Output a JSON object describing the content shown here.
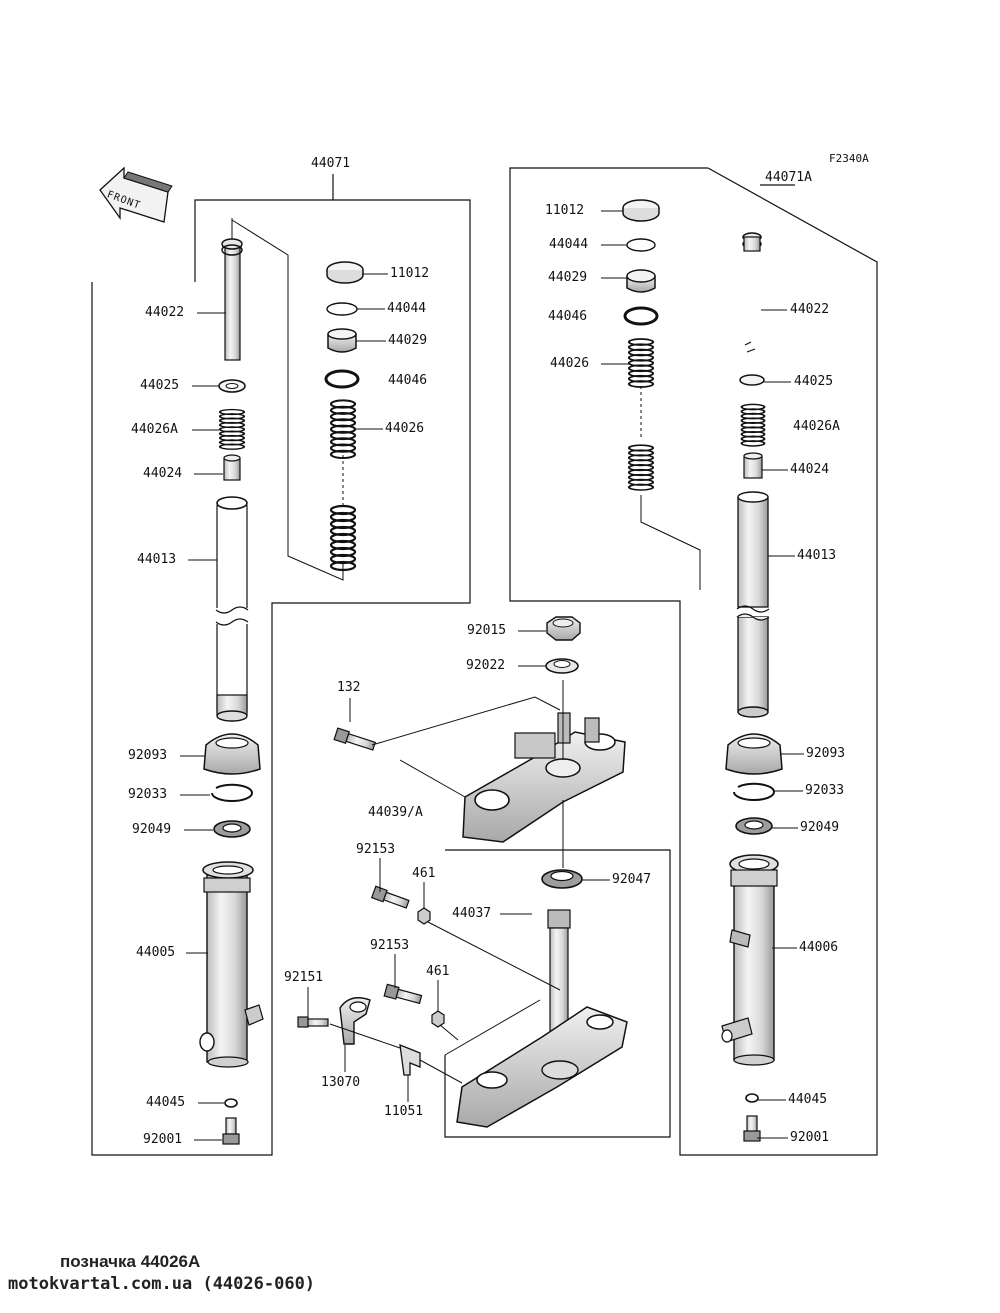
{
  "figure_code": "F2340A",
  "front_label": "FRONT",
  "groups": [
    {
      "name": "left-fork-assembly",
      "label": "44071"
    },
    {
      "name": "right-fork-assembly",
      "label": "44071A"
    }
  ],
  "parts": [
    {
      "id": "l-11012",
      "label": "11012"
    },
    {
      "id": "l-44044",
      "label": "44044"
    },
    {
      "id": "l-44029",
      "label": "44029"
    },
    {
      "id": "l-44046",
      "label": "44046"
    },
    {
      "id": "l-44026",
      "label": "44026"
    },
    {
      "id": "l-44022",
      "label": "44022"
    },
    {
      "id": "l-44025",
      "label": "44025"
    },
    {
      "id": "l-44026a",
      "label": "44026A"
    },
    {
      "id": "l-44024",
      "label": "44024"
    },
    {
      "id": "l-44013",
      "label": "44013"
    },
    {
      "id": "l-92093",
      "label": "92093"
    },
    {
      "id": "l-92033",
      "label": "92033"
    },
    {
      "id": "l-92049",
      "label": "92049"
    },
    {
      "id": "l-44005",
      "label": "44005"
    },
    {
      "id": "l-44045",
      "label": "44045"
    },
    {
      "id": "l-92001",
      "label": "92001"
    },
    {
      "id": "r-11012",
      "label": "11012"
    },
    {
      "id": "r-44044",
      "label": "44044"
    },
    {
      "id": "r-44029",
      "label": "44029"
    },
    {
      "id": "r-44046",
      "label": "44046"
    },
    {
      "id": "r-44026",
      "label": "44026"
    },
    {
      "id": "r-44022",
      "label": "44022"
    },
    {
      "id": "r-44025",
      "label": "44025"
    },
    {
      "id": "r-44026a",
      "label": "44026A"
    },
    {
      "id": "r-44024",
      "label": "44024"
    },
    {
      "id": "r-44013",
      "label": "44013"
    },
    {
      "id": "r-92093",
      "label": "92093"
    },
    {
      "id": "r-92033",
      "label": "92033"
    },
    {
      "id": "r-92049",
      "label": "92049"
    },
    {
      "id": "r-44006",
      "label": "44006"
    },
    {
      "id": "r-44045",
      "label": "44045"
    },
    {
      "id": "r-92001",
      "label": "92001"
    },
    {
      "id": "c-92015",
      "label": "92015"
    },
    {
      "id": "c-92022",
      "label": "92022"
    },
    {
      "id": "c-132",
      "label": "132"
    },
    {
      "id": "c-44039a",
      "label": "44039/A"
    },
    {
      "id": "c-92047",
      "label": "92047"
    },
    {
      "id": "c-92153a",
      "label": "92153"
    },
    {
      "id": "c-461a",
      "label": "461"
    },
    {
      "id": "c-44037",
      "label": "44037"
    },
    {
      "id": "c-92153b",
      "label": "92153"
    },
    {
      "id": "c-461b",
      "label": "461"
    },
    {
      "id": "c-92151",
      "label": "92151"
    },
    {
      "id": "c-13070",
      "label": "13070"
    },
    {
      "id": "c-11051",
      "label": "11051"
    }
  ],
  "caption": {
    "line1": "позначка 44026А",
    "line2": "motokvartal.com.ua (44026-060)"
  }
}
